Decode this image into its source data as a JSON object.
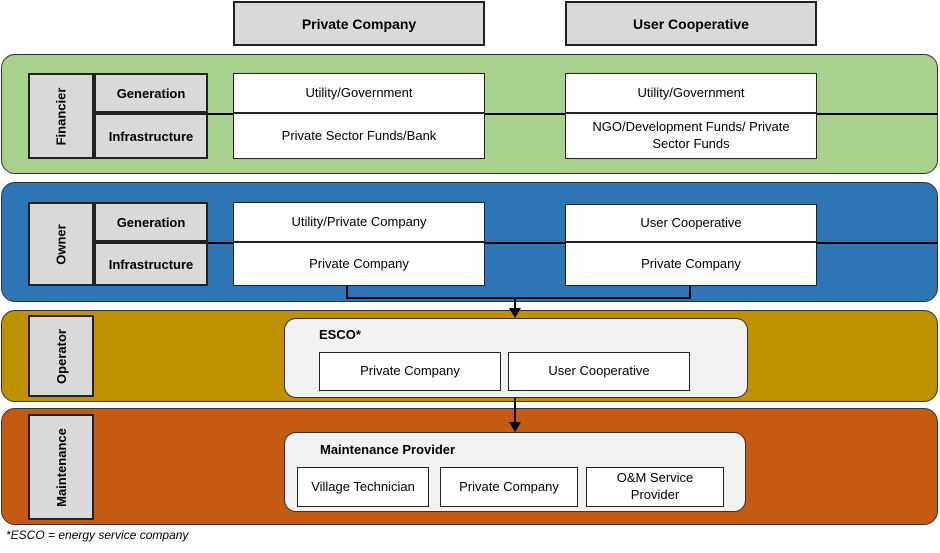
{
  "columns": {
    "private": "Private Company",
    "cooperative": "User Cooperative"
  },
  "financier": {
    "label": "Financier",
    "rows": {
      "generation": "Generation",
      "infrastructure": "Infrastructure"
    },
    "private": {
      "generation": "Utility/Government",
      "infrastructure": "Private Sector Funds/Bank"
    },
    "cooperative": {
      "generation": "Utility/Government",
      "infrastructure": "NGO/Development Funds/ Private Sector Funds"
    }
  },
  "owner": {
    "label": "Owner",
    "rows": {
      "generation": "Generation",
      "infrastructure": "Infrastructure"
    },
    "private": {
      "generation": "Utility/Private Company",
      "infrastructure": "Private Company"
    },
    "cooperative": {
      "generation": "User Cooperative",
      "infrastructure": "Private Company"
    }
  },
  "operator": {
    "label": "Operator",
    "title": "ESCO*",
    "options": [
      "Private Company",
      "User Cooperative"
    ]
  },
  "maintenance": {
    "label": "Maintenance",
    "title": "Maintenance Provider",
    "options": [
      "Village Technician",
      "Private Company",
      "O&M Service Provider"
    ]
  },
  "footnote": "*ESCO = energy service company",
  "colors": {
    "financier": "#a9d18e",
    "owner": "#2e75b6",
    "operator": "#bf9000",
    "maintenance": "#c55a11",
    "header_fill": "#d9d9d9"
  }
}
